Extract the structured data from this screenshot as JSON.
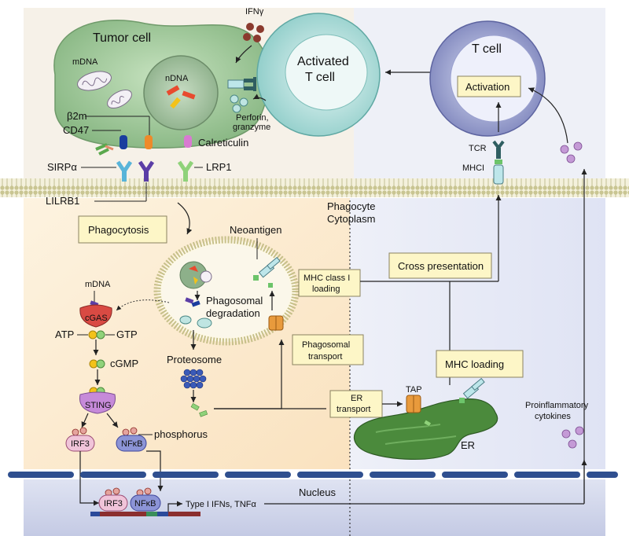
{
  "labels": {
    "tumor_cell": "Tumor cell",
    "mdna_top": "mDNA",
    "ndna": "nDNA",
    "ifng": "IFNγ",
    "activated_t_cell_l1": "Activated",
    "activated_t_cell_l2": "T cell",
    "t_cell": "T cell",
    "activation": "Activation",
    "perforin_l1": "Perforin,",
    "perforin_l2": "granzyme",
    "b2m": "β2m",
    "cd47": "CD47",
    "calreticulin": "Calreticulin",
    "sirpa": "SIRPα",
    "lrp1": "LRP1",
    "lilrb1": "LILRB1",
    "tcr": "TCR",
    "mhci": "MHCI",
    "phagocytosis": "Phagocytosis",
    "phagocyte_cyto_l1": "Phagocyte",
    "phagocyte_cyto_l2": "Cytoplasm",
    "neoantigen": "Neoantigen",
    "cross_presentation": "Cross presentation",
    "mhc_class_i_l1": "MHC class I",
    "mhc_class_i_l2": "loading",
    "phago_deg_l1": "Phagosomal",
    "phago_deg_l2": "degradation",
    "phago_transport_l1": "Phagosomal",
    "phago_transport_l2": "transport",
    "mdna_cyto": "mDNA",
    "cgas": "cGAS",
    "atp": "ATP",
    "gtp": "GTP",
    "cgmp": "cGMP",
    "sting": "STING",
    "phosphorus": "phosphorus",
    "irf3": "IRF3",
    "nfkb": "NFκB",
    "proteosome": "Proteosome",
    "mhc_loading": "MHC loading",
    "er_transport_l1": "ER",
    "er_transport_l2": "transport",
    "tap": "TAP",
    "er": "ER",
    "proinflam_l1": "Proinflammatory",
    "proinflam_l2": "cytokines",
    "nucleus": "Nucleus",
    "irf3_n": "IRF3",
    "nfkb_n": "NFκB",
    "type1": "Type I IFNs, TNFα"
  },
  "colors": {
    "tumor": "#9fc79a",
    "activated_cell": "#bfe3e0",
    "t_cell": "#8f95c4",
    "phagocyte_bg": "#fbe9cc",
    "cyto_right_bg": "#e4e8f6",
    "membrane": "#d8d4a0",
    "er": "#4b8a3c",
    "nucleus_bar": "#2f4f8f",
    "box": "#fdf6c7"
  }
}
